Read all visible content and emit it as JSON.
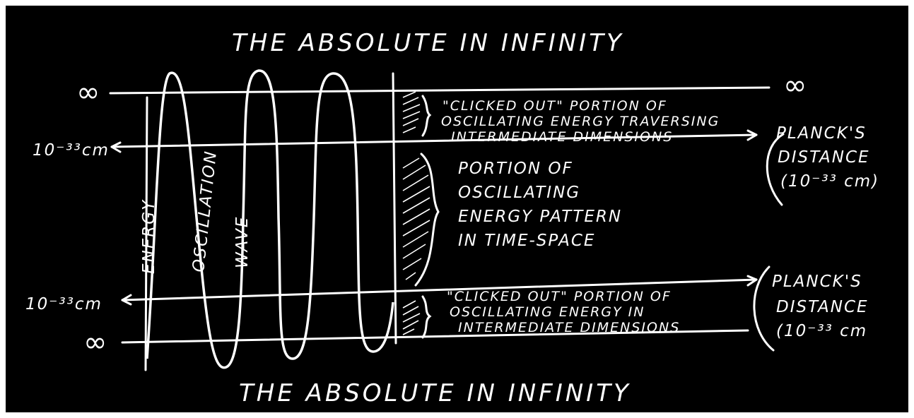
{
  "title_top": "THE ABSOLUTE IN INFINITY",
  "title_bottom": "THE ABSOLUTE IN INFINITY",
  "left_labels": {
    "infinity_top": "∞",
    "planck_top": "10⁻³³cm",
    "planck_bottom": "10⁻³³cm",
    "infinity_bottom": "∞"
  },
  "right_labels": {
    "infinity_top": "∞"
  },
  "wave_labels": {
    "energy": "ENERGY",
    "oscillation": "OSCILLATION",
    "wave": "WAVE"
  },
  "annotations": {
    "clicked_top": [
      "\"CLICKED OUT\" PORTION OF",
      "OSCILLATING ENERGY TRAVERSING",
      "INTERMEDIATE DIMENSIONS"
    ],
    "middle": [
      "PORTION OF",
      "OSCILLATING",
      "ENERGY PATTERN",
      "IN TIME-SPACE"
    ],
    "clicked_bottom": [
      "\"CLICKED OUT\" PORTION OF",
      "OSCILLATING ENERGY IN",
      "INTERMEDIATE DIMENSIONS"
    ]
  },
  "planck_top": [
    "PLANCK'S",
    "DISTANCE",
    "(10⁻³³ cm)"
  ],
  "planck_bottom": [
    "PLANCK'S",
    "DISTANCE",
    "(10⁻³³ cm"
  ],
  "colors": {
    "background": "#000000",
    "ink": "#ffffff",
    "frame": "#ffffff"
  }
}
